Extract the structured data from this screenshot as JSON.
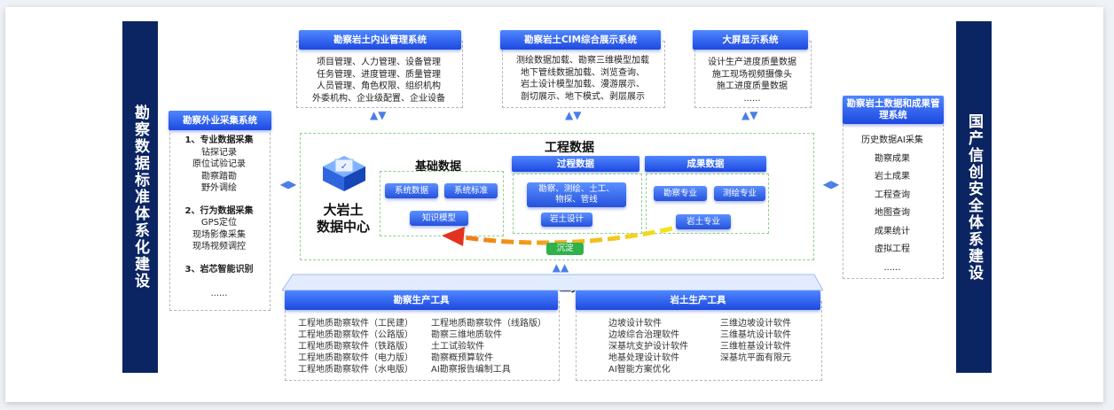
{
  "left_pillar": "勘察数据标准体系化建设",
  "right_pillar": "国产信创安全体系建设",
  "field_system": {
    "title": "勘察外业采集系统",
    "sections": [
      {
        "heading": "1、专业数据采集",
        "items": [
          "钻探记录",
          "原位试验记录",
          "勘察踏勘",
          "野外调绘"
        ]
      },
      {
        "heading": "2、行为数据采集",
        "items": [
          "GPS定位",
          "现场影像采集",
          "现场视频调控"
        ]
      },
      {
        "heading": "3、岩芯智能识别",
        "items": []
      }
    ],
    "more": "......"
  },
  "internal_system": {
    "title": "勘察岩土内业管理系统",
    "lines": [
      "项目管理、人力管理、设备管理",
      "任务管理、进度管理、质量管理",
      "人员管理、角色权限、组织机构",
      "外委机构、企业级配置、企业设备"
    ]
  },
  "cim_system": {
    "title": "勘察岩土CIM综合展示系统",
    "lines": [
      "测绘数据加载、勘察三维模型加载",
      "地下管线数据加载、浏览查询、",
      "岩土设计模型加载、漫游展示、",
      "剖切展示、地下模式、剥层展示"
    ]
  },
  "screen_system": {
    "title": "大屏显示系统",
    "lines": [
      "设计生产进度质量数据",
      "施工现场视频摄像头",
      "施工进度质量数据",
      "......"
    ]
  },
  "result_system": {
    "title": "勘察岩土数据和成果管理系统",
    "items": [
      "历史数据AI采集",
      "勘察成果",
      "岩土成果",
      "工程查询",
      "地图查询",
      "成果统计",
      "虚拟工程",
      "......"
    ]
  },
  "center": {
    "engineering_title": "工程数据",
    "hub_title": "大岩土\n数据中心",
    "basic_title": "基础数据",
    "basic_chips": [
      "系统数据",
      "系统标准",
      "知识模型"
    ],
    "process_title": "过程数据",
    "process_chips": [
      "勘察、测绘、土工、\n物探、管线",
      "岩土设计"
    ],
    "result_title": "成果数据",
    "result_chips": [
      "勘察专业",
      "测绘专业",
      "岩土专业"
    ],
    "settle_label": "沉淀"
  },
  "production": {
    "title": "生产工具",
    "survey": {
      "title": "勘察生产工具",
      "col1": [
        "工程地质勘察软件（工民建）",
        "工程地质勘察软件（公路版）",
        "工程地质勘察软件（铁路版）",
        "工程地质勘察软件（电力版）",
        "工程地质勘察软件（水电版）"
      ],
      "col2": [
        "工程地质勘察软件（线路版）",
        "勘察三维地质软件",
        "土工试验软件",
        "勘察概预算软件",
        "AI勘察报告编制工具"
      ]
    },
    "geo": {
      "title": "岩土生产工具",
      "col1": [
        "边坡设计软件",
        "边坡综合治理软件",
        "深基坑支护设计软件",
        "地基处理设计软件",
        "AI智能方案优化"
      ],
      "col2": [
        "三维边坡设计软件",
        "三维基坑设计软件",
        "三维桩基设计软件",
        "深基坑平面有限元"
      ]
    }
  },
  "colors": {
    "pillar": "#0b2563",
    "accent": "#1d49e0",
    "arrow": "#f07a1a",
    "arrow_tail": "#f5e51c",
    "green": "#2fb24a"
  }
}
